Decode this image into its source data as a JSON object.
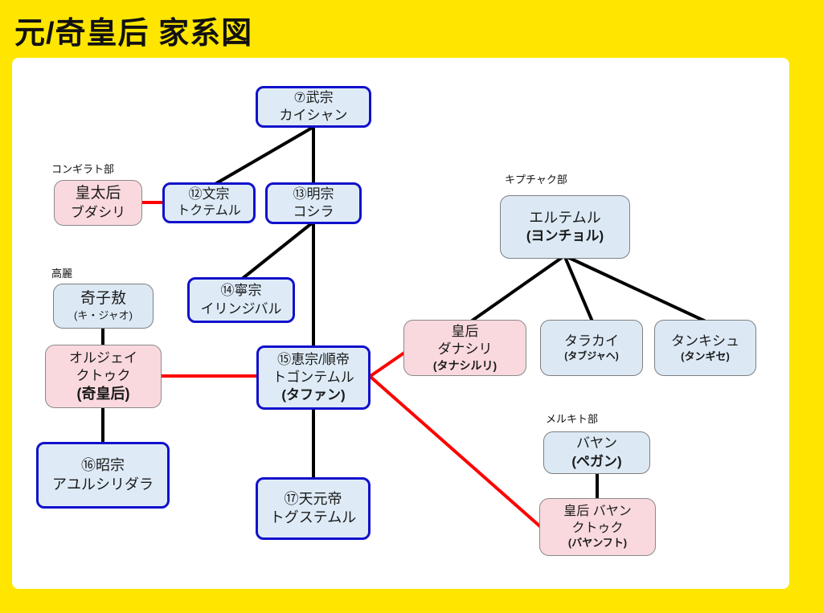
{
  "title": "元/奇皇后 家系図",
  "colors": {
    "background": "#FFE600",
    "panel": "#FFFFFF",
    "title_text": "#111111",
    "emperor_box_fill": "#DEEBF7",
    "emperor_box_border": "#1111CC",
    "family_box_fill": "#DCE9F5",
    "family_box_border": "#7F7F7F",
    "consort_box_fill": "#F9D9DE",
    "descent_line": "#000000",
    "marriage_line": "#FF0000"
  },
  "groups": {
    "khongirad": "コンギラト部",
    "kipchak": "キプチャク部",
    "goryeo": "高麗",
    "merkit": "メルキト部"
  },
  "nodes": {
    "wuzong": {
      "lines": [
        "⑦武宗",
        "カイシャン"
      ]
    },
    "budashiri": {
      "lines": [
        "皇太后",
        "ブダシリ"
      ]
    },
    "wenzong": {
      "lines": [
        "⑫文宗",
        "トクテムル"
      ]
    },
    "mingzong": {
      "lines": [
        "⑬明宗",
        "コシラ"
      ]
    },
    "eltemur": {
      "lines": [
        "エルテムル",
        "(ヨンチョル)"
      ]
    },
    "kijao": {
      "lines": [
        "奇子敖",
        "(キ・ジャオ)"
      ]
    },
    "ningzong": {
      "lines": [
        "⑭寧宗",
        "イリンジバル"
      ]
    },
    "danashiri": {
      "lines": [
        "皇后",
        "ダナシリ",
        "(タナシルリ)"
      ]
    },
    "tarakai": {
      "lines": [
        "タラカイ",
        "(タブジャヘ)"
      ]
    },
    "tankish": {
      "lines": [
        "タンキシュ",
        "(タンギセ)"
      ]
    },
    "oljei": {
      "lines": [
        "オルジェイ",
        "クトゥク",
        "(奇皇后)"
      ]
    },
    "huizong": {
      "lines": [
        "⑮恵宗/順帝",
        "トゴンテムル",
        "(タファン)"
      ]
    },
    "bayan": {
      "lines": [
        "バヤン",
        "(ペガン)"
      ]
    },
    "zhaozong": {
      "lines": [
        "⑯昭宗",
        "アユルシリダラ"
      ]
    },
    "tianyuan": {
      "lines": [
        "⑰天元帝",
        "トグステムル"
      ]
    },
    "bayankhutugh": {
      "lines": [
        "皇后 バヤン",
        "クトゥク",
        "(バヤンフト)"
      ]
    }
  },
  "edges": [
    {
      "from": "wuzong",
      "to": "wenzong",
      "type": "descent"
    },
    {
      "from": "wuzong",
      "to": "mingzong",
      "type": "descent"
    },
    {
      "from": "mingzong",
      "to": "ningzong",
      "type": "descent"
    },
    {
      "from": "mingzong",
      "to": "huizong",
      "type": "descent"
    },
    {
      "from": "eltemur",
      "to": "danashiri",
      "type": "descent"
    },
    {
      "from": "eltemur",
      "to": "tarakai",
      "type": "descent"
    },
    {
      "from": "eltemur",
      "to": "tankish",
      "type": "descent"
    },
    {
      "from": "kijao",
      "to": "oljei",
      "type": "descent"
    },
    {
      "from": "oljei",
      "to": "zhaozong",
      "type": "descent"
    },
    {
      "from": "huizong",
      "to": "tianyuan",
      "type": "descent"
    },
    {
      "from": "bayan",
      "to": "bayankhutugh",
      "type": "descent"
    },
    {
      "from": "budashiri",
      "to": "wenzong",
      "type": "marriage"
    },
    {
      "from": "oljei",
      "to": "huizong",
      "type": "marriage"
    },
    {
      "from": "huizong",
      "to": "danashiri",
      "type": "marriage"
    },
    {
      "from": "huizong",
      "to": "bayankhutugh",
      "type": "marriage"
    }
  ]
}
